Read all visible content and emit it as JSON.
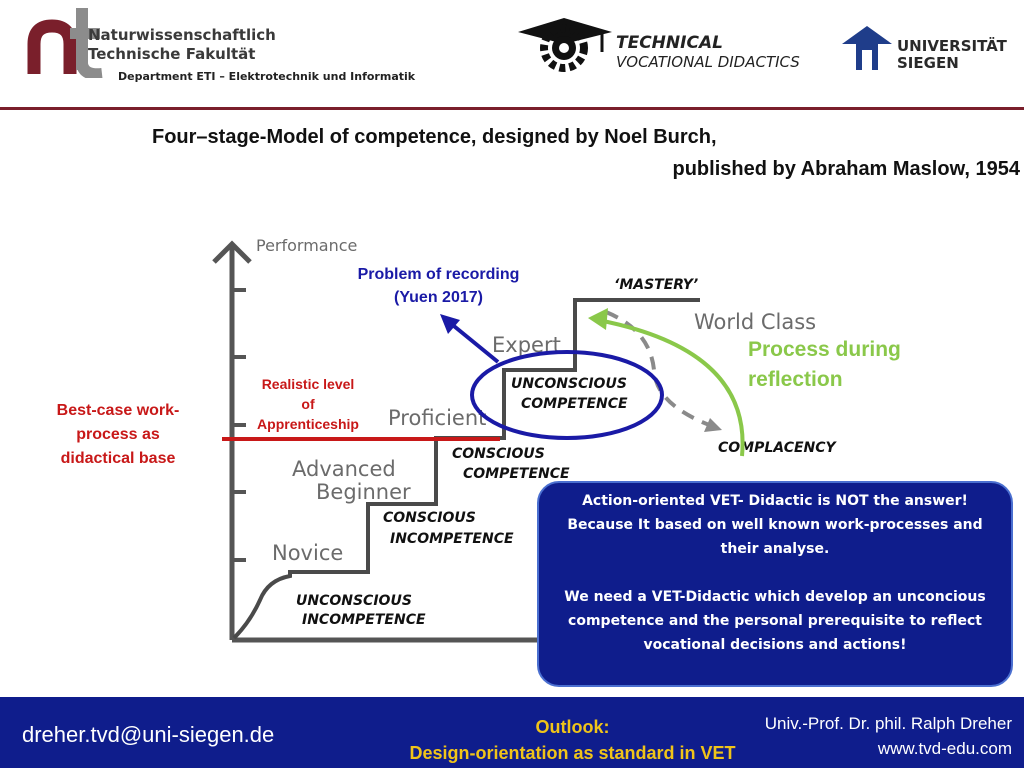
{
  "header": {
    "faculty_lines": [
      "Naturwissenschaftlich",
      "Technische Fakultät"
    ],
    "department": "Department ETI – Elektrotechnik und Informatik",
    "tvd_line1": "TECHNICAL",
    "tvd_line2": "VOCATIONAL DIDACTICS",
    "uni_line1": "UNIVERSITÄT",
    "uni_line2": "SIEGEN",
    "accent_color": "#7a1f2b"
  },
  "title": {
    "line1": "Four–stage-Model of competence, designed by Noel Burch,",
    "line2": "published by Abraham Maslow, 1954"
  },
  "diagram": {
    "axis_label": "Performance",
    "levels": [
      "Novice",
      "Advanced",
      "Beginner",
      "Proficient",
      "Expert",
      "World Class"
    ],
    "stages": {
      "unconscious_incompetence": [
        "UNCONSCIOUS",
        "INCOMPETENCE"
      ],
      "conscious_incompetence": [
        "CONSCIOUS",
        "INCOMPETENCE"
      ],
      "conscious_competence": [
        "CONSCIOUS",
        "COMPETENCE"
      ],
      "unconscious_competence": [
        "UNCONSCIOUS",
        "COMPETENCE"
      ],
      "mastery": "‘MASTERY’",
      "complacency": "COMPLACENCY"
    },
    "problem_lines": [
      "Problem of recording",
      "(Yuen 2017)"
    ],
    "realistic_lines": [
      "Realistic level",
      "of",
      "Apprenticeship"
    ],
    "bestcase_lines": [
      "Best-case work-",
      "process as",
      "didactical base"
    ],
    "process_lines": [
      "Process during",
      "reflection"
    ],
    "colors": {
      "red": "#c81818",
      "navy": "#1a1aa6",
      "green": "#8ac84a",
      "box": "#0f1d8c"
    }
  },
  "infobox": {
    "para1": "Action-oriented VET- Didactic is NOT the answer! Because It based on well known work-processes and their analyse.",
    "para2": "We need a VET-Didactic which  develop an unconcious competence and the personal prerequisite to reflect vocational decisions and actions!"
  },
  "footer": {
    "email": "dreher.tvd@uni-siegen.de",
    "outlook_title": "Outlook:",
    "outlook_text": "Design-orientation as standard in VET",
    "prof_name": "Univ.-Prof. Dr. phil. Ralph Dreher",
    "website": "www.tvd-edu.com"
  }
}
